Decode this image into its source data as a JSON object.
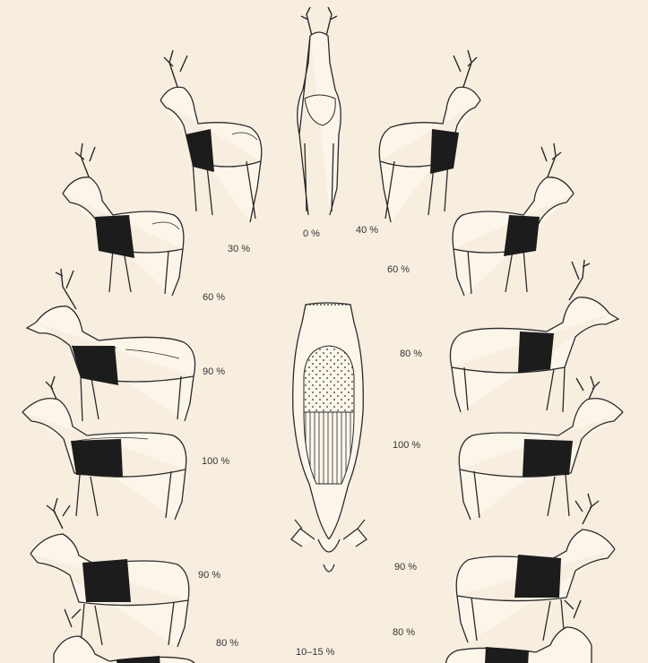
{
  "colors": {
    "background": "#f7eee0",
    "ink": "#2a2a2a",
    "patch": "#1c1c1c"
  },
  "deer": [
    {
      "id": "rear",
      "percent": "0 %",
      "view": "rear"
    },
    {
      "id": "left-30",
      "percent": "30 %",
      "view": "rear-left"
    },
    {
      "id": "right-40",
      "percent": "40 %",
      "view": "rear-right"
    },
    {
      "id": "left-60",
      "percent": "60 %",
      "view": "left"
    },
    {
      "id": "right-60",
      "percent": "60 %",
      "view": "right"
    },
    {
      "id": "left-90-a",
      "percent": "90 %",
      "view": "left"
    },
    {
      "id": "right-80-a",
      "percent": "80 %",
      "view": "right"
    },
    {
      "id": "left-100",
      "percent": "100 %",
      "view": "left"
    },
    {
      "id": "right-100",
      "percent": "100 %",
      "view": "right"
    },
    {
      "id": "left-90-b",
      "percent": "90 %",
      "view": "left"
    },
    {
      "id": "right-90",
      "percent": "90 %",
      "view": "right"
    },
    {
      "id": "left-80",
      "percent": "80 %",
      "view": "left"
    },
    {
      "id": "right-80-b",
      "percent": "80 %",
      "view": "right"
    }
  ],
  "top_view": {
    "percent": "10–15 %",
    "view": "top"
  }
}
